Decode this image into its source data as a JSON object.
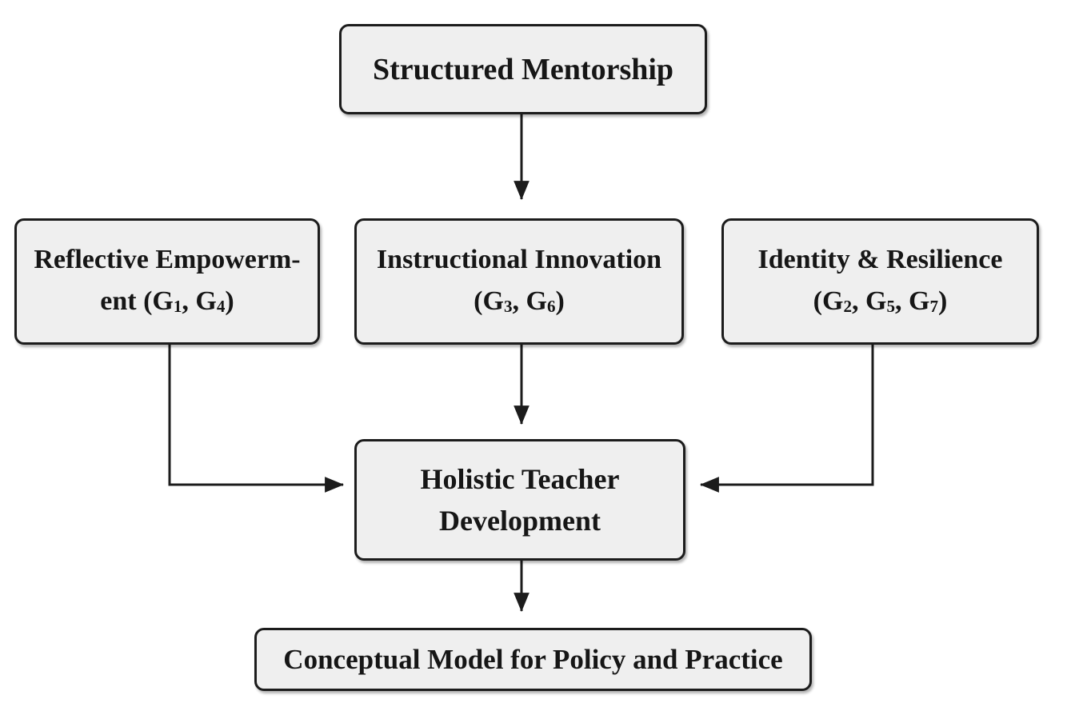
{
  "figure": {
    "type": "flowchart",
    "colors": {
      "background": "#ffffff",
      "box_fill": "#efefef",
      "box_border": "#1c1c1c",
      "arrow": "#1c1c1c",
      "text": "#161616"
    },
    "nodes": [
      {
        "id": "structured-mentorship",
        "lines": [
          [
            [
              "Structured Mentorship",
              false
            ]
          ]
        ]
      },
      {
        "id": "reflective-empowerment",
        "lines": [
          [
            [
              "Reflective Empowerm-",
              false
            ]
          ],
          [
            [
              "ent (G",
              false
            ],
            [
              "1",
              true
            ],
            [
              ", G",
              false
            ],
            [
              "4",
              true
            ],
            [
              ")",
              false
            ]
          ]
        ]
      },
      {
        "id": "instructional-innovation",
        "lines": [
          [
            [
              "Instructional Innovation",
              false
            ]
          ],
          [
            [
              "(G",
              false
            ],
            [
              "3",
              true
            ],
            [
              ", G",
              false
            ],
            [
              "6",
              true
            ],
            [
              ")",
              false
            ]
          ]
        ]
      },
      {
        "id": "identity-resilience",
        "lines": [
          [
            [
              "Identity & Resilience",
              false
            ]
          ],
          [
            [
              "(G",
              false
            ],
            [
              "2",
              true
            ],
            [
              ", G",
              false
            ],
            [
              "5",
              true
            ],
            [
              ", G",
              false
            ],
            [
              "7",
              true
            ],
            [
              ")",
              false
            ]
          ]
        ]
      },
      {
        "id": "holistic-teacher-development",
        "lines": [
          [
            [
              "Holistic Teacher",
              false
            ]
          ],
          [
            [
              "Development",
              false
            ]
          ]
        ]
      },
      {
        "id": "conceptual-model-policy-practice",
        "lines": [
          [
            [
              "Conceptual Model for Policy and Practice",
              false
            ]
          ]
        ]
      }
    ],
    "edges": [
      {
        "from": "structured-mentorship",
        "to": "instructional-innovation"
      },
      {
        "from": "instructional-innovation",
        "to": "holistic-teacher-development"
      },
      {
        "from": "reflective-empowerment",
        "to": "holistic-teacher-development"
      },
      {
        "from": "identity-resilience",
        "to": "holistic-teacher-development"
      },
      {
        "from": "holistic-teacher-development",
        "to": "conceptual-model-policy-practice"
      }
    ]
  }
}
